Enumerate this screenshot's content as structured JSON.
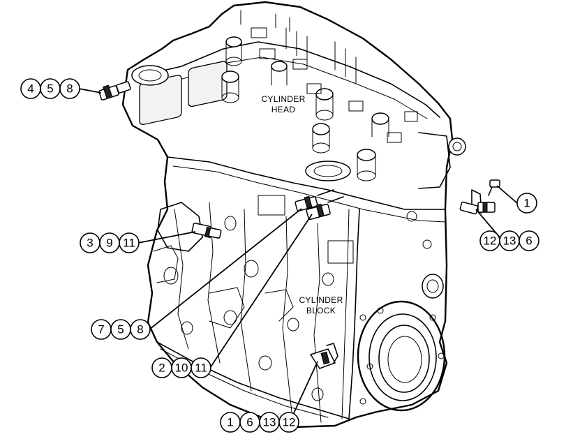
{
  "labels": {
    "cylinder_head_line1": "CYLINDER",
    "cylinder_head_line2": "HEAD",
    "cylinder_block_line1": "CYLINDER",
    "cylinder_block_line2": "BLOCK"
  },
  "callouts": [
    {
      "id": "callout-upper-left-sensor",
      "numbers": [
        "4",
        "5",
        "8"
      ]
    },
    {
      "id": "callout-right-bolt",
      "numbers": [
        "1"
      ]
    },
    {
      "id": "callout-right-sensor",
      "numbers": [
        "12",
        "13",
        "6"
      ]
    },
    {
      "id": "callout-left-sensor",
      "numbers": [
        "3",
        "9",
        "11"
      ]
    },
    {
      "id": "callout-center-sensor-a",
      "numbers": [
        "7",
        "5",
        "8"
      ]
    },
    {
      "id": "callout-center-sensor-b",
      "numbers": [
        "2",
        "10",
        "11"
      ]
    },
    {
      "id": "callout-lower-sensor",
      "numbers": [
        "1",
        "6",
        "13",
        "12"
      ]
    }
  ]
}
